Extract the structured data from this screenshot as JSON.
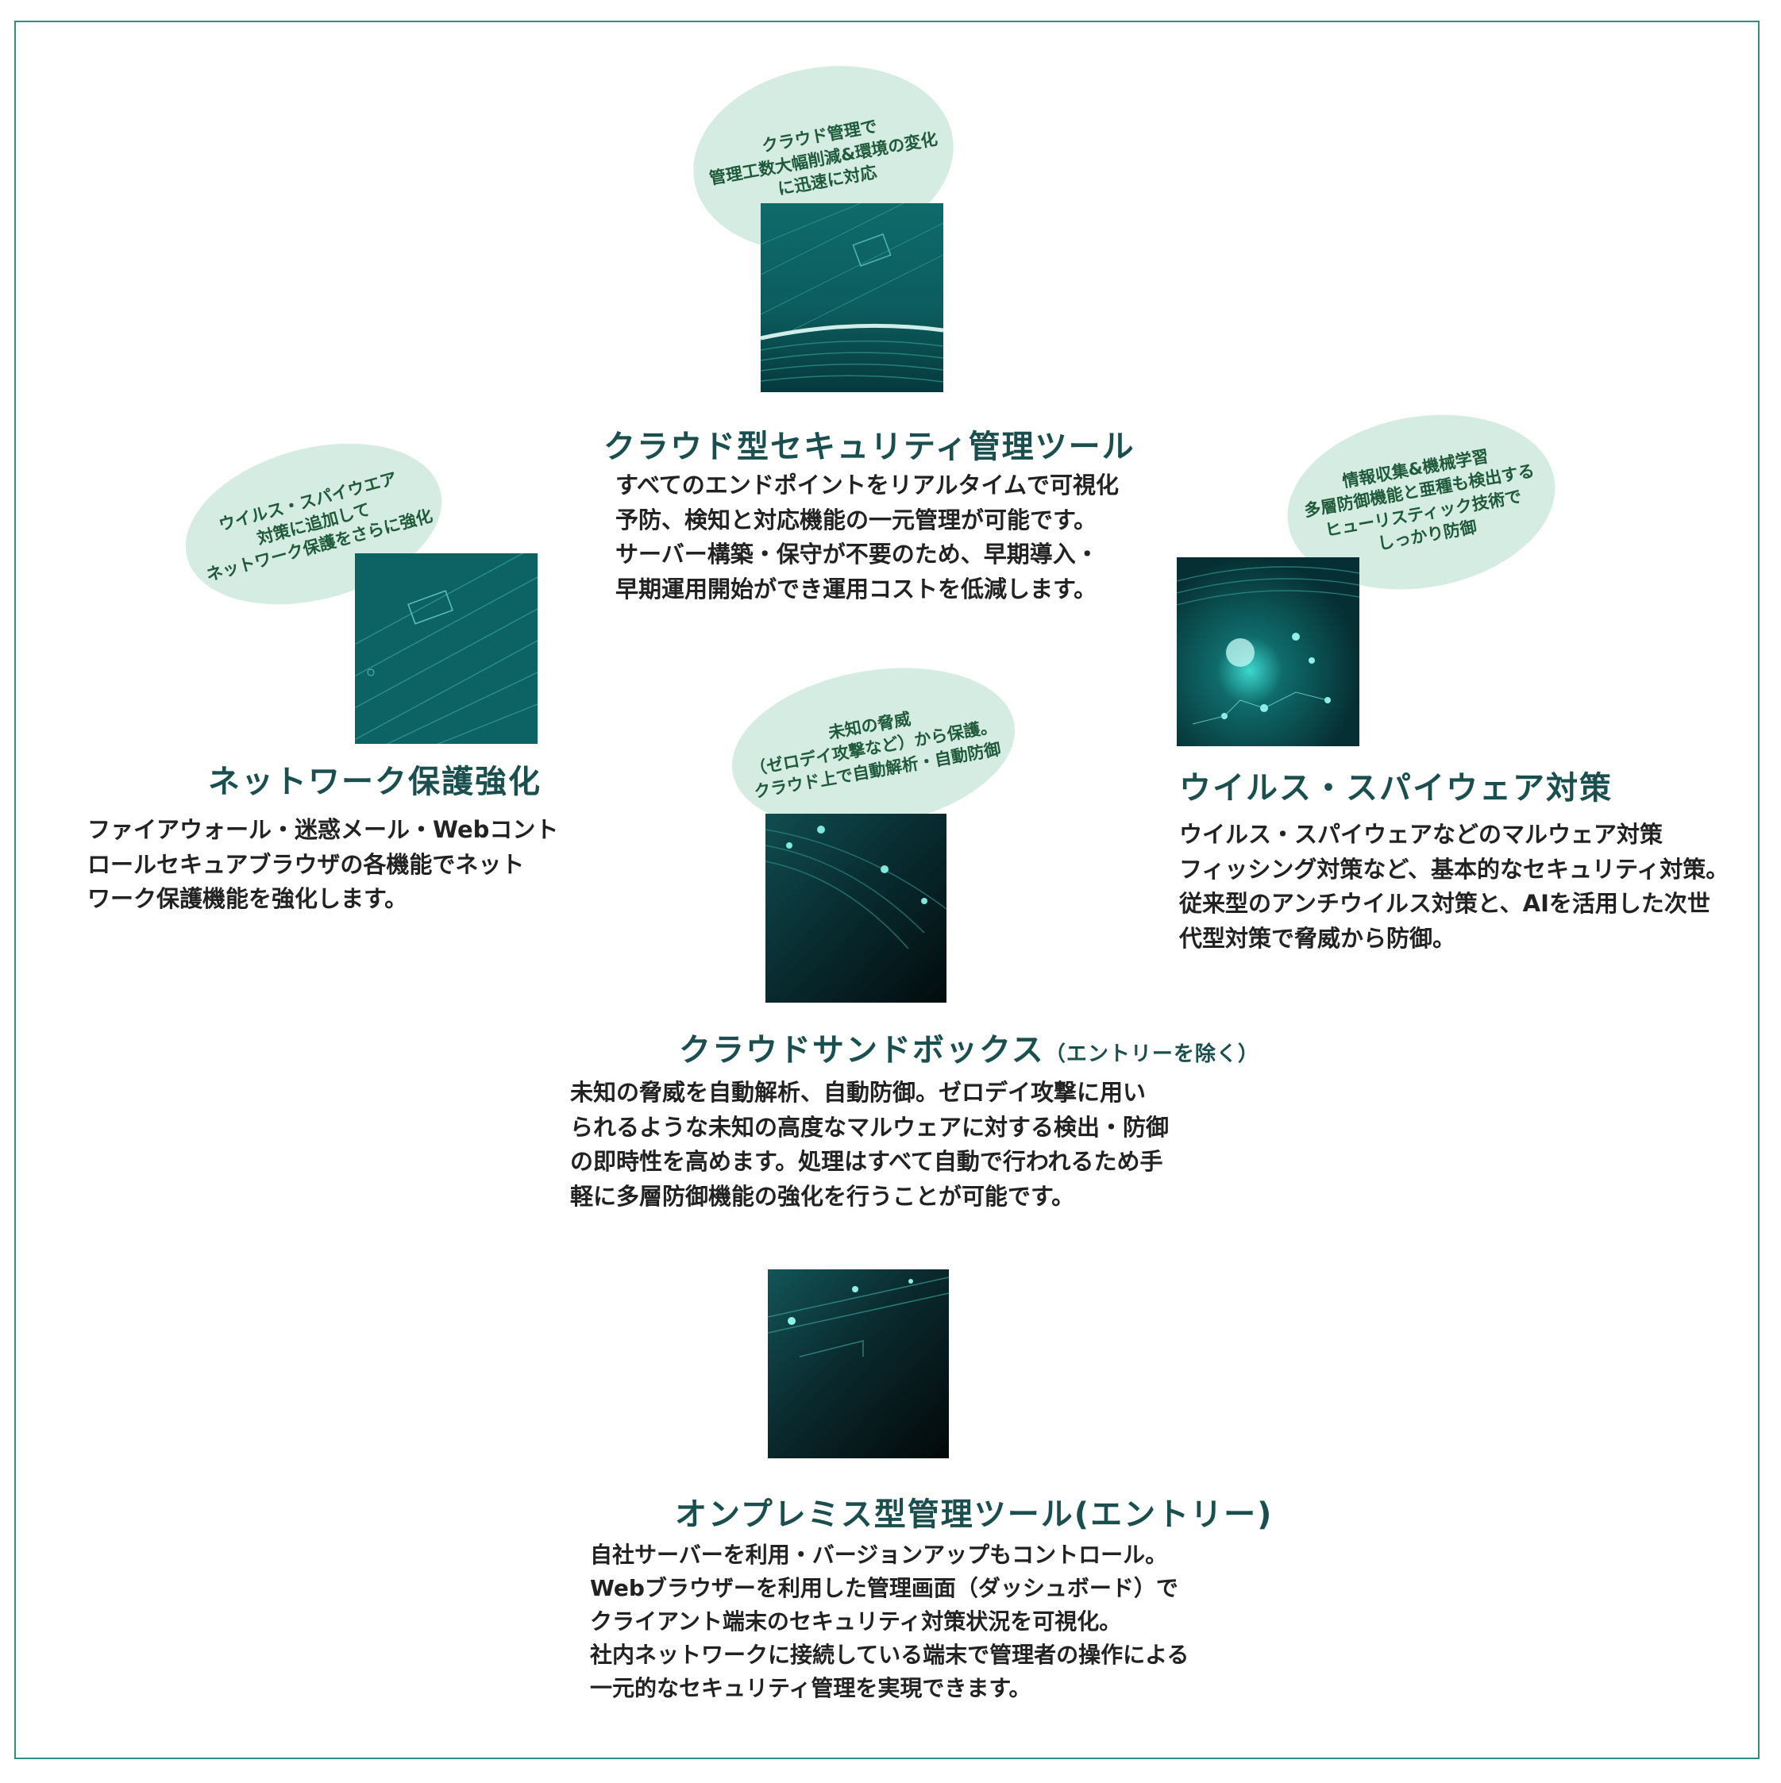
{
  "features": {
    "cloud_mgmt": {
      "bubble": "クラウド管理で\n管理工数大幅削減&環境の変化\nに迅速に対応",
      "title": "クラウド型セキュリティ管理ツール",
      "description": "すべてのエンドポイントをリアルタイムで可視化\n予防、検知と対応機能の一元管理が可能です。\nサーバー構築・保守が不要のため、早期導入・\n早期運用開始ができ運用コストを低減します。"
    },
    "network": {
      "bubble": "ウイルス・スパイウエア\n対策に追加して\nネットワーク保護をさらに強化",
      "title": "ネットワーク保護強化",
      "description": "ファイアウォール・迷惑メール・Webコント\nロールセキュアブラウザの各機能でネット\nワーク保護機能を強化します。"
    },
    "virus": {
      "bubble": "情報収集&機械学習\n多層防御機能と亜種も検出する\nヒューリスティック技術で\nしっかり防御",
      "title": "ウイルス・スパイウェア対策",
      "description": "ウイルス・スパイウェアなどのマルウェア対策\nフィッシング対策など、基本的なセキュリティ対策。\n従来型のアンチウイルス対策と、AIを活用した次世\n代型対策で脅威から防御。"
    },
    "sandbox": {
      "bubble": "未知の脅威\n（ゼロデイ攻撃など）から保護。\nクラウド上で自動解析・自動防御",
      "title": "クラウドサンドボックス",
      "title_note": "（エントリーを除く）",
      "description": "未知の脅威を自動解析、自動防御。ゼロデイ攻撃に用い\nられるような未知の高度なマルウェアに対する検出・防御\nの即時性を高めます。処理はすべて自動で行われるため手\n軽に多層防御機能の強化を行うことが可能です。"
    },
    "onprem": {
      "title": "オンプレミス型管理ツール(エントリー)",
      "description": "自社サーバーを利用・バージョンアップもコントロール。\nWebブラウザーを利用した管理画面（ダッシュボード）で\nクライアント端末のセキュリティ対策状況を可視化。\n社内ネットワークに接続している端末で管理者の操作による\n一元的なセキュリティ管理を実現できます。"
    }
  },
  "colors": {
    "frame": "#2f8f84",
    "bubble": "#d5ece3",
    "bubble_text": "#1f5a3a",
    "title": "#1b4f4f",
    "tile_teal": "#0e5a5a"
  }
}
